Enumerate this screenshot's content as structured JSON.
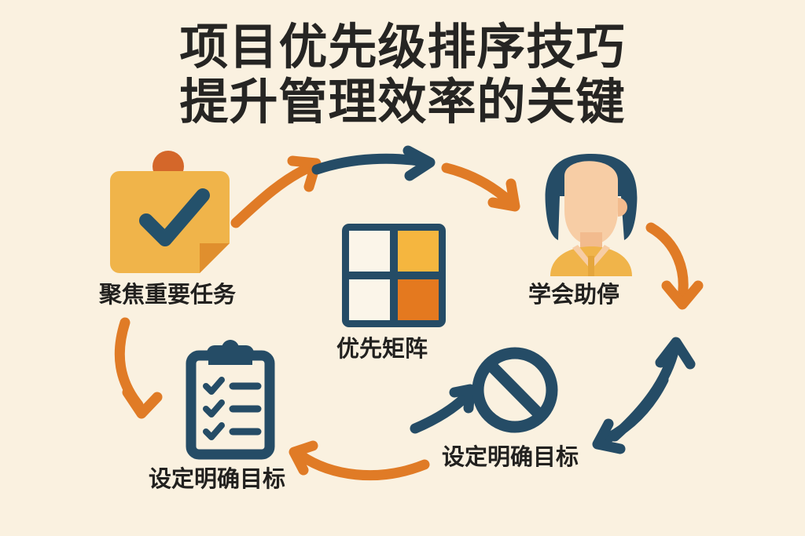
{
  "poster": {
    "background_color": "#faf1e0",
    "title": {
      "line1": "项目优先级排序技巧",
      "line2": "提升管理效率的关键",
      "color": "#262523"
    },
    "palette": {
      "background": "#faf1e0",
      "orange": "#e07b26",
      "amber": "#f0b44a",
      "deep_orange": "#df7325",
      "navy": "#254c66",
      "dark_navy": "#1f4459",
      "skin": "#f7cda5",
      "text": "#22211f",
      "card_white": "#fbf5e9"
    },
    "nodes": [
      {
        "id": "focus-task",
        "label": "聚焦重要任务",
        "icon": "sticky-note-check-icon"
      },
      {
        "id": "priority-matrix",
        "label": "优先矩阵",
        "icon": "priority-matrix-icon"
      },
      {
        "id": "learn-to-pause",
        "label": "学会助停",
        "icon": "person-avatar-icon"
      },
      {
        "id": "clear-goals",
        "label": "设定明确目标",
        "icon": "clipboard-checklist-icon"
      },
      {
        "id": "stop-doing",
        "label": "设定明确目标",
        "icon": "prohibition-sign-icon"
      }
    ],
    "matrix": {
      "cells": [
        {
          "position": "top-left",
          "color": "#fbf5e9"
        },
        {
          "position": "top-right",
          "color": "#f5b63f"
        },
        {
          "position": "bottom-left",
          "color": "#fbf5e9"
        },
        {
          "position": "bottom-right",
          "color": "#e4791f"
        }
      ]
    },
    "arrows": [
      {
        "id": "arrow-focus-to-matrix",
        "color": "#e07b26",
        "direction": "up-right"
      },
      {
        "id": "arrow-matrix-top-across",
        "color": "#254c66",
        "direction": "right"
      },
      {
        "id": "arrow-top-to-person",
        "color": "#e07b26",
        "direction": "down-right"
      },
      {
        "id": "arrow-person-down-right",
        "color": "#e07b26",
        "direction": "down"
      },
      {
        "id": "arrow-bottom-right-up",
        "color": "#254c66",
        "direction": "up"
      },
      {
        "id": "arrow-right-down-to-stop",
        "color": "#254c66",
        "direction": "down-left"
      },
      {
        "id": "arrow-stop-to-matrix",
        "color": "#254c66",
        "direction": "up-left"
      },
      {
        "id": "arrow-stop-to-goals",
        "color": "#e07b26",
        "direction": "left"
      },
      {
        "id": "arrow-focus-down-to-goals",
        "color": "#e07b26",
        "direction": "down"
      }
    ]
  }
}
